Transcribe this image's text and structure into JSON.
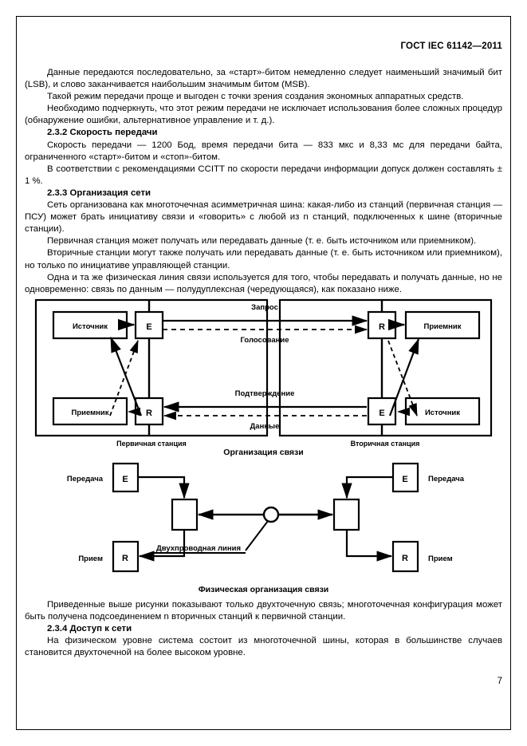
{
  "document": {
    "header": "ГОСТ IEC 61142—2011",
    "page_number": "7"
  },
  "paragraphs": {
    "p1": "Данные передаются последовательно, за «старт»-битом немедленно следует наименьший значимый бит (LSB), и слово заканчивается наибольшим значимым битом (MSB).",
    "p2": "Такой режим передачи проще и выгоден с точки зрения создания экономных аппаратных средств.",
    "p3": "Необходимо подчеркнуть, что этот режим передачи не исключает использования более сложных процедур (обнаружение ошибки, альтернативное управление и т. д.).",
    "h232": "2.3.2  Скорость передачи",
    "p4": "Скорость передачи — 1200 Бод, время передачи бита — 833 мкс и 8,33 мс для передачи байта, ограниченного «старт»-битом и «стоп»-битом.",
    "p5": "В соответствии с рекомендациями CCITT по скорости передачи информации допуск должен составлять ± 1 %.",
    "h233": "2.3.3  Организация сети",
    "p6": "Сеть организована как многоточечная асимметричная шина: какая-либо из станций (первичная станция — ПСУ) может брать инициативу связи и «говорить» с любой из n станций, подключенных к шине (вторичные станции).",
    "p7": "Первичная станция может получать или передавать данные (т. е. быть источником или приемником).",
    "p8": "Вторичные станции могут также получать или передавать данные (т. е. быть источником или приемником), но только по инициативе управляющей станции.",
    "p9": "Одна и та же физическая линия связи используется для того, чтобы передавать и получать данные, но не одновременно: связь по данным — полудуплексная (чередующаяся), как показано ниже.",
    "p10": "Приведенные выше рисунки показывают только двухточечную связь; многоточечная конфигурация может быть получена подсоединением n вторичных станций к первичной станции.",
    "h234": "2.3.4  Доступ к сети",
    "p11": "На физическом уровне система состоит из многоточечной шины, которая в большинстве случаев становится двухточечной на более высоком уровне."
  },
  "figure1": {
    "caption": "Организация связи",
    "left_station_label": "Первичная станция",
    "right_station_label": "Вторичная станция",
    "boxes": {
      "left_top_source": "Источник",
      "left_bottom_receiver": "Приемник",
      "right_top_receiver": "Приемник",
      "right_bottom_source": "Источник",
      "left_top_node": "E",
      "left_bottom_node": "R",
      "right_top_node": "R",
      "right_bottom_node": "E"
    },
    "link_labels": {
      "request": "Запрос",
      "polling": "Голосование",
      "ack": "Подтверждение",
      "data": "Данные"
    }
  },
  "figure2": {
    "caption": "Физическая организация связи",
    "labels": {
      "left_tx": "Передача",
      "left_rx": "Прием",
      "right_tx": "Передача",
      "right_rx": "Прием",
      "line": "Двухпроводная линия",
      "left_tx_node": "E",
      "left_rx_node": "R",
      "right_tx_node": "E",
      "right_rx_node": "R"
    }
  },
  "colors": {
    "ink": "#000000",
    "paper": "#ffffff"
  }
}
